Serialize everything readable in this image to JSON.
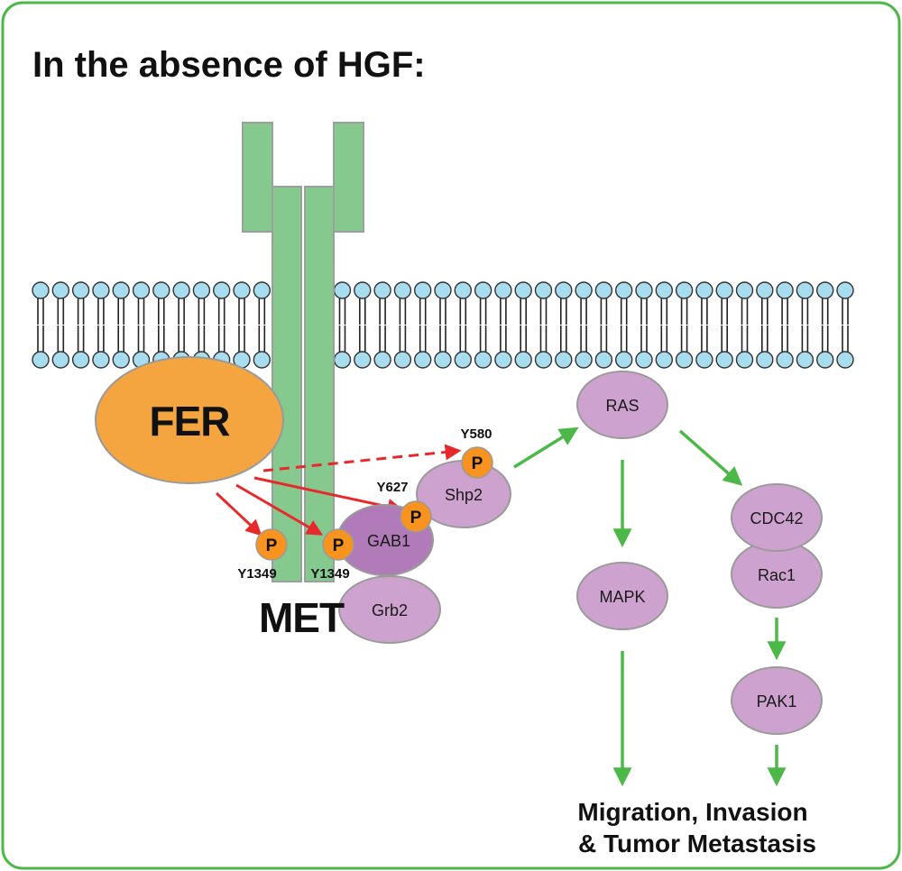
{
  "title": "In the absence of HGF:",
  "colors": {
    "frame": "#4cb848",
    "receptor": "#86c98f",
    "receptor_stroke": "#9aa09a",
    "lipid_head": "#a8dcef",
    "fer": "#f4a540",
    "protein": "#cda2cf",
    "protein_dark": "#b07bb8",
    "phospho": "#f7931e",
    "red_arrow": "#e8292b",
    "green_arrow": "#4cb848"
  },
  "labels": {
    "fer": "FER",
    "met": "MET",
    "gab1": "GAB1",
    "grb2": "Grb2",
    "shp2": "Shp2",
    "ras": "RAS",
    "mapk": "MAPK",
    "cdc42": "CDC42",
    "rac1": "Rac1",
    "pak1": "PAK1",
    "phospho": "P",
    "site_y1349_a": "Y1349",
    "site_y1349_b": "Y1349",
    "site_y627": "Y627",
    "site_y580": "Y580",
    "outcome_line1": "Migration, Invasion",
    "outcome_line2": "& Tumor Metastasis"
  },
  "icons": {
    "membrane": "lipid-bilayer-icon",
    "receptor": "met-receptor-icon",
    "phosphate": "phosphate-icon"
  }
}
